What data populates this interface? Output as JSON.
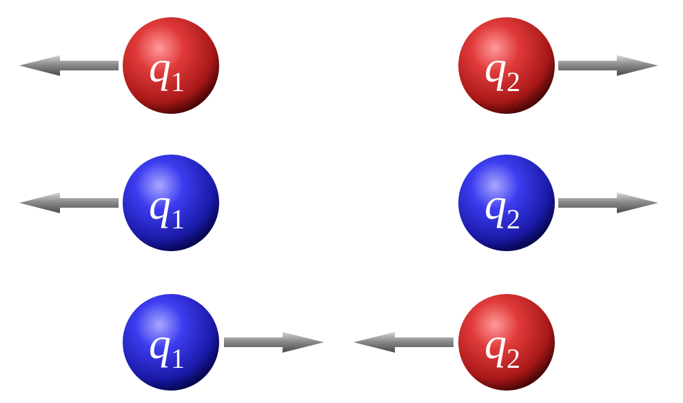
{
  "diagram": {
    "colors": {
      "positive": "#cc2a2a",
      "negative": "#2b2bd6",
      "arrow": "#8a8a8a"
    },
    "rows": [
      {
        "left": {
          "symbol": "q",
          "subscript": "1",
          "sign": "positive",
          "force": "left"
        },
        "right": {
          "symbol": "q",
          "subscript": "2",
          "sign": "positive",
          "force": "right"
        }
      },
      {
        "left": {
          "symbol": "q",
          "subscript": "1",
          "sign": "negative",
          "force": "left"
        },
        "right": {
          "symbol": "q",
          "subscript": "2",
          "sign": "negative",
          "force": "right"
        }
      },
      {
        "left": {
          "symbol": "q",
          "subscript": "1",
          "sign": "negative",
          "force": "right"
        },
        "right": {
          "symbol": "q",
          "subscript": "2",
          "sign": "positive",
          "force": "left"
        }
      }
    ]
  }
}
